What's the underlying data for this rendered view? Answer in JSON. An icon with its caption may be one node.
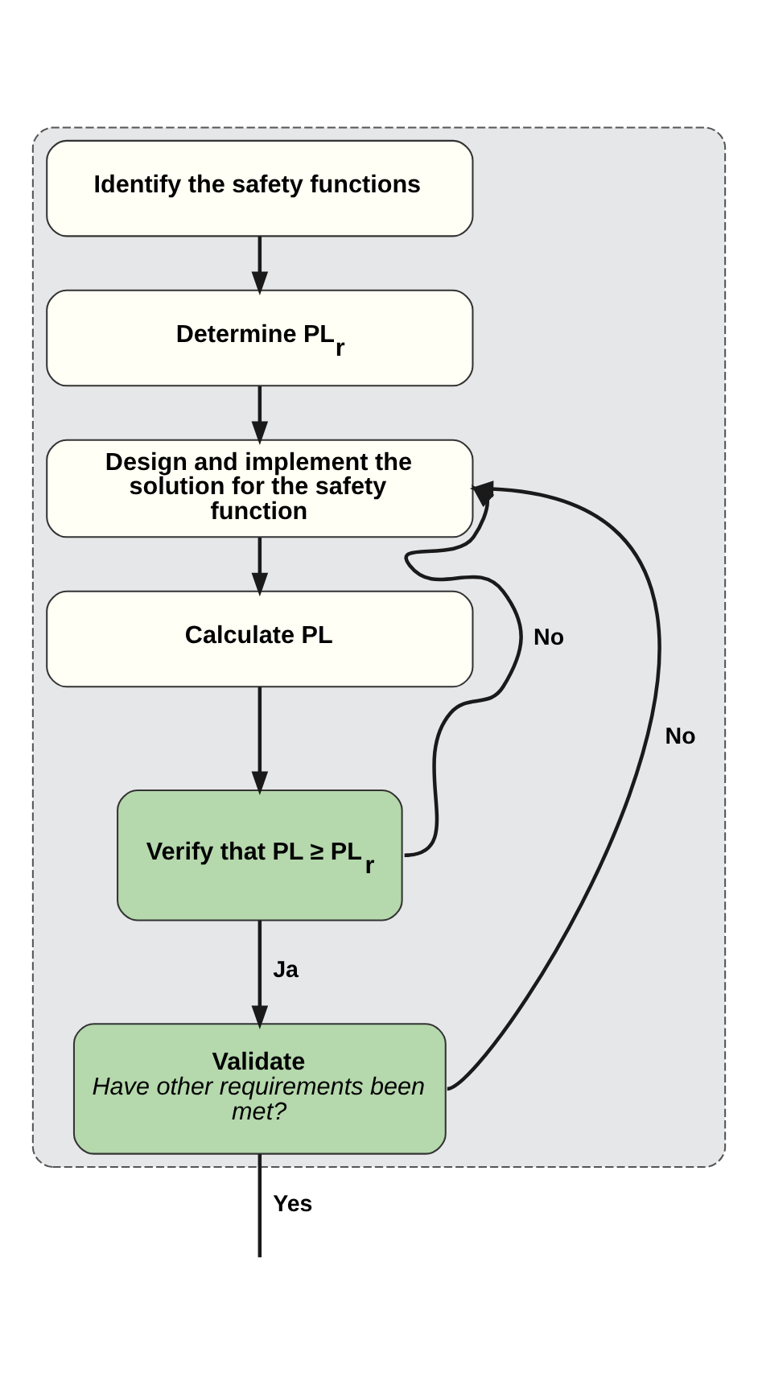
{
  "diagram": {
    "nodes": [
      {
        "text": [],
        "shape": "box"
      },
      {
        "text": [
          "Identify the safety functions"
        ],
        "in": 0
      },
      {
        "text": [
          "Determine PL$_{r}$"
        ],
        "in": 0
      },
      {
        "text": [
          "Design and implement the solution for the safety function"
        ],
        "in": 0
      },
      {
        "text": [
          "Calculate PL"
        ],
        "in": 0
      },
      {
        "text": [
          "Verify that PL ≥ PL$_{r}$"
        ],
        "in": 0
      },
      {
        "text": [
          "Validate",
          "Have other requirements been met?"
        ],
        "in": 0
      }
    ],
    "edges": [
      {
        "from": 1,
        "to": 2,
        "arrow": "to"
      },
      {
        "from": 2,
        "to": 3,
        "arrow": "to"
      },
      {
        "from": 3,
        "to": 4,
        "arrow": "to"
      },
      {
        "from": 4,
        "to": 5,
        "arrow": "to"
      },
      {
        "from": 5,
        "to": 6,
        "arrow": "to",
        "label": "Ja"
      },
      {
        "from": 5,
        "to": 3,
        "arrow": "to",
        "label": "No"
      },
      {
        "from": 6,
        "to": 3,
        "arrow": "to",
        "label": "No"
      },
      {
        "from": 6,
        "to": null,
        "arrow": "none",
        "label": "Yes"
      }
    ]
  }
}
